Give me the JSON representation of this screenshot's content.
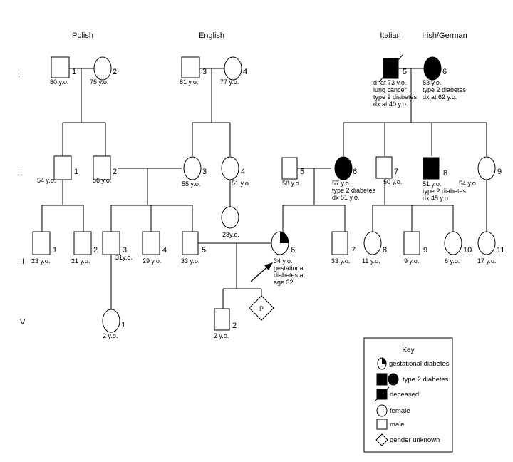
{
  "ethnicities": [
    "Polish",
    "English",
    "Italian",
    "Irish/German"
  ],
  "generations": [
    "I",
    "II",
    "III",
    "IV"
  ],
  "people": {
    "I_1": {
      "num": "1",
      "age": "80 y.o."
    },
    "I_2": {
      "num": "2",
      "age": "75 y.o."
    },
    "I_3": {
      "num": "3",
      "age": "81 y.o."
    },
    "I_4": {
      "num": "4",
      "age": "77 y.o."
    },
    "I_5": {
      "num": "5",
      "notes": [
        "d. at 73 y.o.",
        "lung cancer",
        "type 2 diabetes",
        "dx at 40 y.o."
      ]
    },
    "I_6": {
      "num": "6",
      "notes": [
        "83 y.o.",
        "type 2 diabetes",
        "dx at 62 y.o."
      ]
    },
    "II_1": {
      "num": "1",
      "age": "54 y.o."
    },
    "II_2": {
      "num": "2",
      "age": "56 y.o."
    },
    "II_3": {
      "num": "3",
      "age": "55 y.o."
    },
    "II_4": {
      "num": "4",
      "age": "51 y.o."
    },
    "II_5": {
      "num": "5",
      "age": "58 y.o."
    },
    "II_6": {
      "num": "6",
      "notes": [
        "57 y.o.",
        "type 2 diabetes",
        "dx 51 y.o."
      ]
    },
    "II_7": {
      "num": "7",
      "age": "50 y.o."
    },
    "II_8": {
      "num": "8",
      "notes": [
        "51 y.o.",
        "type 2 diabetes",
        "dx 45 y.o."
      ]
    },
    "II_9": {
      "num": "9",
      "age": "54 y.o."
    },
    "II_4c": {
      "age": "28y.o."
    },
    "III_1": {
      "num": "1",
      "age": "23 y.o."
    },
    "III_2": {
      "num": "2",
      "age": "21 y.o."
    },
    "III_3": {
      "num": "3",
      "age": "31y.o."
    },
    "III_4": {
      "num": "4",
      "age": "29 y.o."
    },
    "III_5": {
      "num": "5",
      "age": "33 y.o."
    },
    "III_6": {
      "num": "6",
      "notes": [
        "34 y.o.",
        "gestational",
        "diabetes at",
        "age 32"
      ]
    },
    "III_7": {
      "num": "7",
      "age": "33 y.o."
    },
    "III_8": {
      "num": "8",
      "age": "11 y.o."
    },
    "III_9": {
      "num": "9",
      "age": "9 y.o."
    },
    "III_10": {
      "num": "10",
      "age": "6 y.o."
    },
    "III_11": {
      "num": "11",
      "age": "17 y.o."
    },
    "IV_1": {
      "num": "1",
      "age": "2 y.o."
    },
    "IV_2": {
      "num": "2",
      "age": "2 y.o."
    },
    "IV_P": {
      "label": "P"
    }
  },
  "key": {
    "title": "Key",
    "items": [
      "gestational diabetes",
      "type 2 diabetes",
      "deceased",
      "female",
      "male",
      "gender unknown"
    ]
  }
}
